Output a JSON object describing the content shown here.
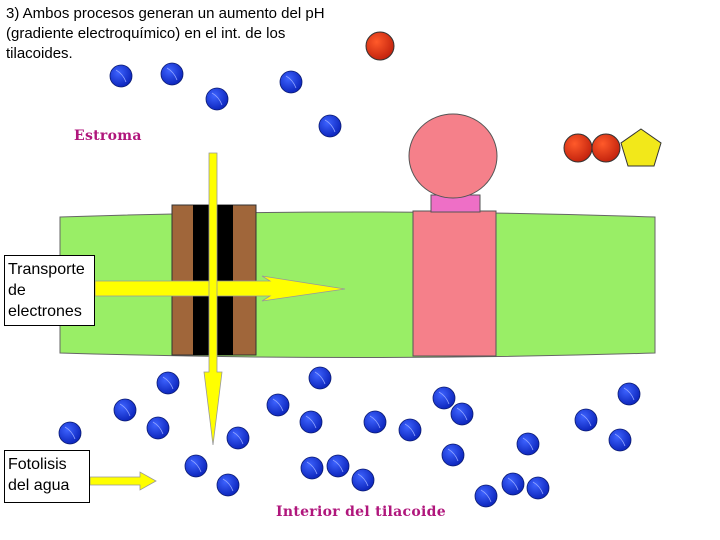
{
  "title_text": "3) Ambos procesos generan un aumento del pH (gradiente electroquímico) en el int. de los tilacoides.",
  "labels": {
    "stroma": "Estroma",
    "lumen": "Interior del tilacoide",
    "electron_transport": "Transporte de electrones",
    "water_photolysis": "Fotolisis del agua"
  },
  "colors": {
    "membrane": "#99ee66",
    "proton": "#0a2ed6",
    "arrow": "#ffff00",
    "channel_outer": "#a0663a",
    "channel_inner": "#000000",
    "atp_synthase": "#f5808a",
    "atp_synthase_neck": "#ee6fc6",
    "adp_phosphate": "#e0301a",
    "pentagon": "#f2e81a"
  }
}
